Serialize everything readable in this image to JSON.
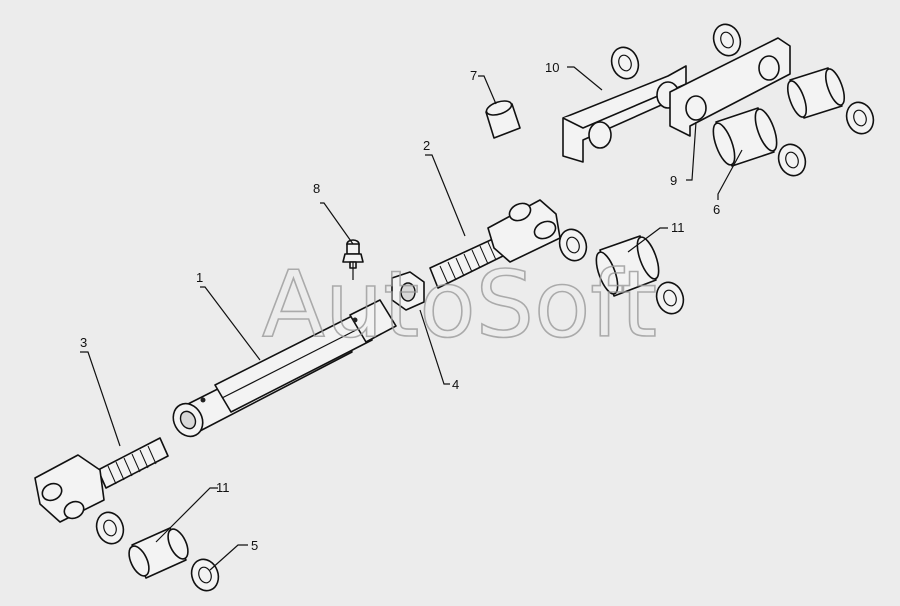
{
  "watermark": "AutoSoft",
  "callouts": [
    "1",
    "2",
    "3",
    "4",
    "5",
    "6",
    "7",
    "8",
    "9",
    "10",
    "11",
    "11"
  ]
}
